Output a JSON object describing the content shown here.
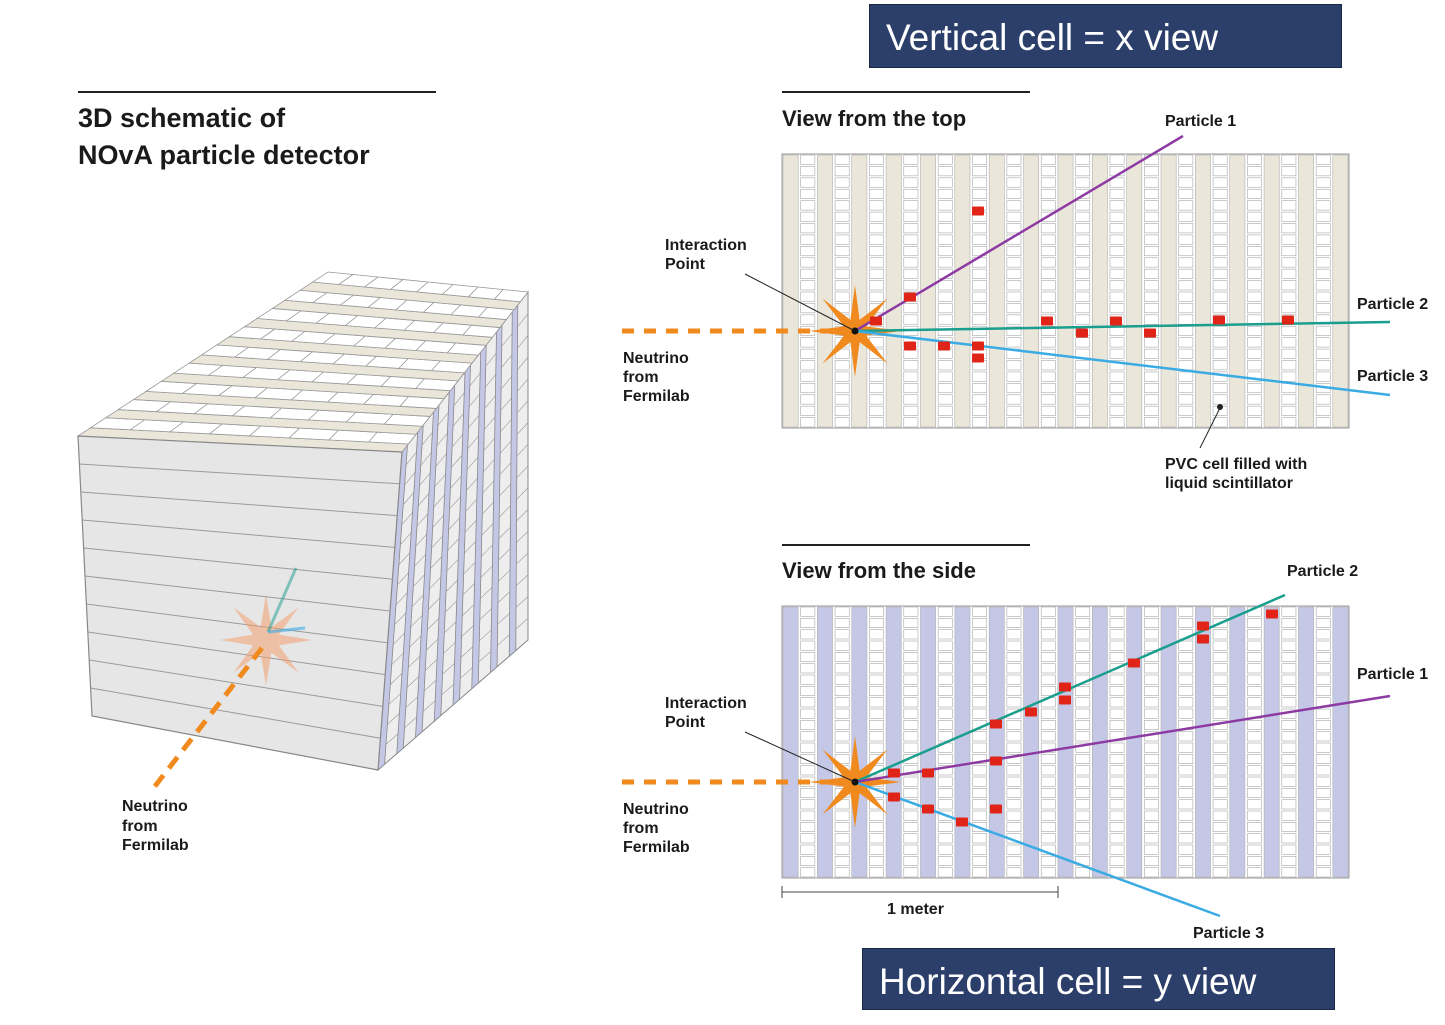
{
  "callouts": {
    "top": "Vertical cell = x view",
    "bottom": "Horizontal cell = y view"
  },
  "schematic": {
    "title_line1": "3D schematic of",
    "title_line2": "NOvA particle detector",
    "neutrino": [
      "Neutrino",
      "from",
      "Fermilab"
    ]
  },
  "top_view": {
    "title": "View from the top",
    "interaction": [
      "Interaction",
      "Point"
    ],
    "neutrino": [
      "Neutrino",
      "from",
      "Fermilab"
    ],
    "particle1": "Particle 1",
    "particle2": "Particle 2",
    "particle3": "Particle 3",
    "pvc": [
      "PVC cell filled with",
      "liquid scintillator"
    ]
  },
  "side_view": {
    "title": "View from the side",
    "interaction": [
      "Interaction",
      "Point"
    ],
    "neutrino": [
      "Neutrino",
      "from",
      "Fermilab"
    ],
    "particle1": "Particle 1",
    "particle2": "Particle 2",
    "particle3": "Particle 3",
    "scale": "1 meter"
  },
  "colors": {
    "particle1": "#8e3aa3",
    "particle2": "#1a9e8e",
    "particle3": "#3aabe3",
    "neutrino": "#f08a1e",
    "hit": "#e02418",
    "vertical_cell": "#ebe6da",
    "horizontal_cell": "#c4c8e6",
    "callout_bg": "#2b3f6a"
  }
}
